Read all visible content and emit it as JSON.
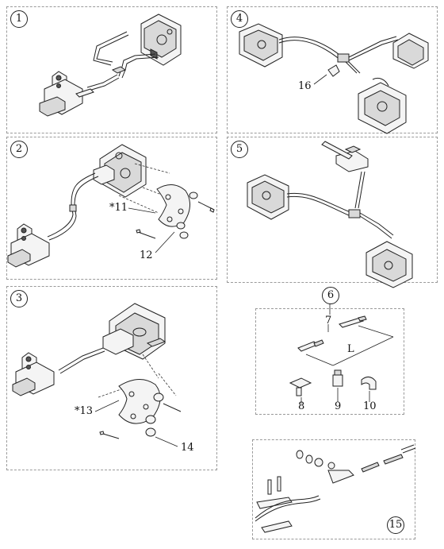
{
  "panels": [
    {
      "id": "1",
      "label": "1"
    },
    {
      "id": "2",
      "label": "2"
    },
    {
      "id": "3",
      "label": "3"
    },
    {
      "id": "4",
      "label": "4"
    },
    {
      "id": "5",
      "label": "5"
    },
    {
      "id": "6",
      "label": "6"
    },
    {
      "id": "15",
      "label": "15"
    }
  ],
  "callouts": {
    "c11": "*11",
    "c12": "12",
    "c13": "*13",
    "c14": "14",
    "c16": "16",
    "c7": "7",
    "cL": "L",
    "c8": "8",
    "c9": "9",
    "c10": "10"
  }
}
